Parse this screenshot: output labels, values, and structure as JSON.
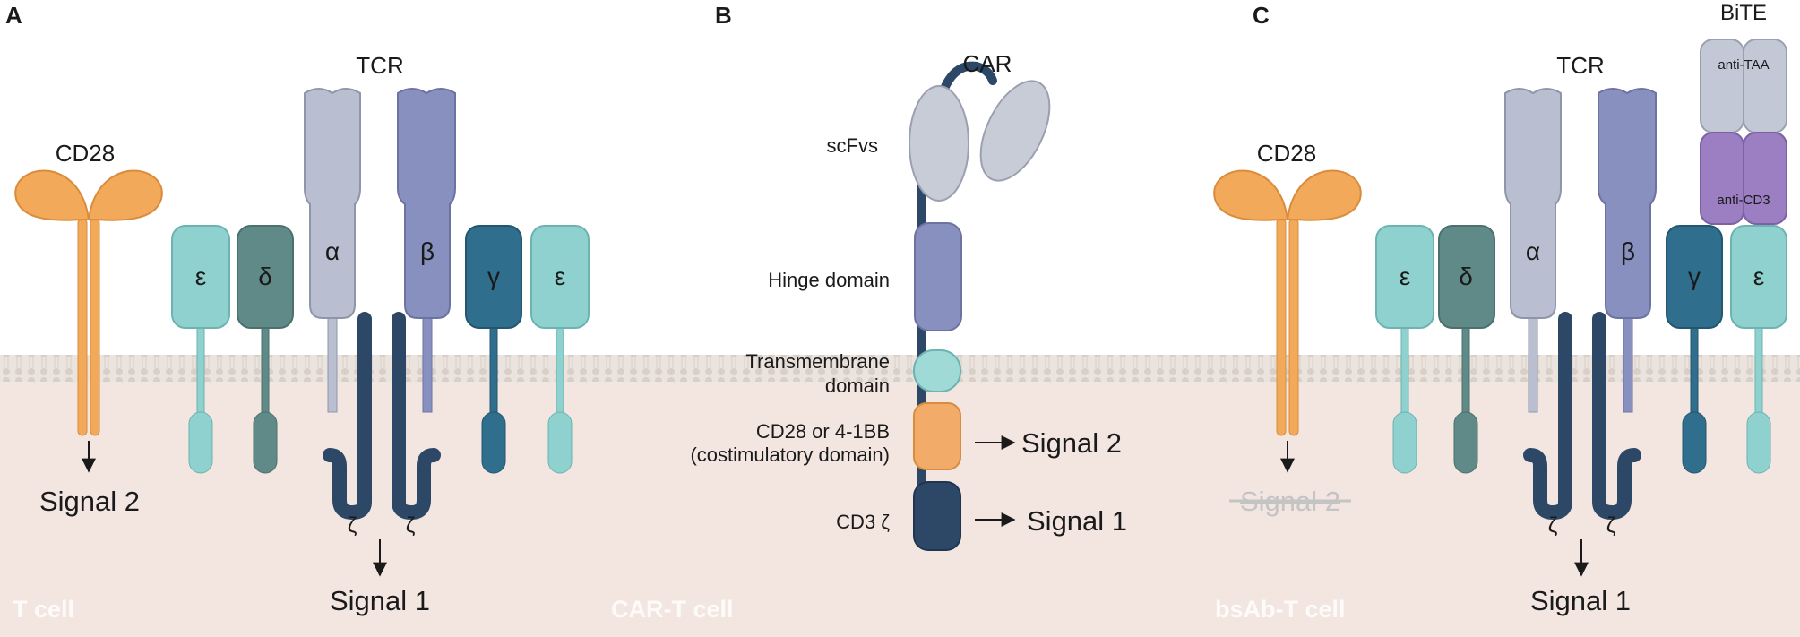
{
  "panels": {
    "a": {
      "letter": "A",
      "cell_label": "T cell",
      "cd28": "CD28",
      "tcr": "TCR",
      "chains": [
        "ε",
        "δ",
        "α",
        "β",
        "γ",
        "ε"
      ],
      "zeta": [
        "ζ",
        "ζ"
      ],
      "signal_2": "Signal 2",
      "signal_1": "Signal 1"
    },
    "b": {
      "letter": "B",
      "cell_label": "CAR-T cell",
      "car": "CAR",
      "scfvs": "scFvs",
      "hinge": "Hinge domain",
      "transmembrane": [
        "Transmembrane",
        "domain"
      ],
      "costim": [
        "CD28 or 4-1BB",
        "(costimulatory domain)"
      ],
      "cd3z": "CD3 ζ",
      "signal_2": "Signal 2",
      "signal_1": "Signal 1"
    },
    "c": {
      "letter": "C",
      "cell_label": "bsAb-T cell",
      "bite": "BiTE",
      "anti_taa": "anti-TAA",
      "anti_cd3": "anti-CD3",
      "cd28": "CD28",
      "tcr": "TCR",
      "chains": [
        "ε",
        "δ",
        "α",
        "β",
        "γ",
        "ε"
      ],
      "zeta": [
        "ζ",
        "ζ"
      ],
      "signal_2_struck": "Signal 2",
      "signal_1": "Signal 1"
    }
  },
  "colors": {
    "membrane": "#e7dfd9",
    "cytoplasm": "#f3e5e0",
    "cd28": "#f2a95a",
    "epsilon": "#8fd1cf",
    "delta": "#5f8a88",
    "alpha": "#b9bfd0",
    "beta": "#8890bf",
    "gamma": "#2f6e8c",
    "zeta": "#2d4866",
    "scfv": "#c8ccd6",
    "hinge": "#8890bf",
    "tm": "#9fdad7",
    "costim": "#f2ab68",
    "cd3z": "#2d4866",
    "anti_taa": "#c3c8d6",
    "anti_cd3": "#9b7fc2"
  }
}
